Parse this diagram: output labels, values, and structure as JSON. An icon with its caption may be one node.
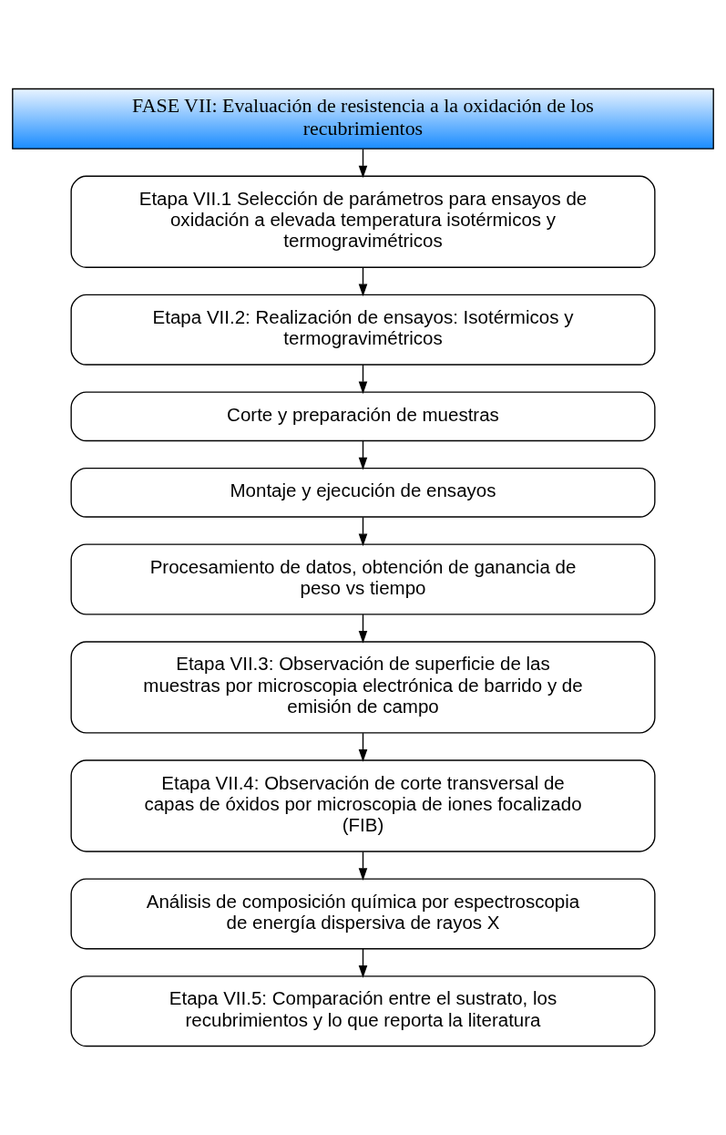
{
  "diagram": {
    "nodes": [
      {
        "text": [
          "FASE VII: Evaluación de resistencia a la oxidación de los recubrimientos"
        ]
      },
      {
        "text": [
          "Etapa VII.1 Selección de parámetros para ensayos de oxidación a elevada temperatura isotérmicos y termogravimétricos"
        ]
      },
      {
        "text": [
          "Etapa VII.2: Realización de ensayos: Isotérmicos y termogravimétricos"
        ]
      },
      {
        "text": [
          "Corte y preparación de muestras"
        ]
      },
      {
        "text": [
          "Montaje y ejecución de ensayos"
        ]
      },
      {
        "text": [
          "Procesamiento de datos, obtención de ganancia de peso vs tiempo"
        ]
      },
      {
        "text": [
          "Etapa VII.3: Observación de superficie de las muestras por microscopia electrónica de barrido y de emisión de campo"
        ]
      },
      {
        "text": [
          "Etapa VII.4: Observación de corte transversal de capas de óxidos por microscopia de iones focalizado (FIB)"
        ]
      },
      {
        "text": [
          "Análisis de composición química por espectroscopia de energía dispersiva de rayos X"
        ]
      },
      {
        "text": [
          "Etapa VII.5: Comparación entre el sustrato, los recubrimientos y lo que reporta la literatura"
        ]
      }
    ],
    "edges": [
      {
        "from": 0,
        "to": 1,
        "arrow": "to"
      },
      {
        "from": 1,
        "to": 2,
        "arrow": "to"
      },
      {
        "from": 2,
        "to": 3,
        "arrow": "to"
      },
      {
        "from": 3,
        "to": 4,
        "arrow": "to"
      },
      {
        "from": 4,
        "to": 5,
        "arrow": "to"
      },
      {
        "from": 5,
        "to": 6,
        "arrow": "to"
      },
      {
        "from": 6,
        "to": 7,
        "arrow": "to"
      },
      {
        "from": 7,
        "to": 8,
        "arrow": "to"
      },
      {
        "from": 8,
        "to": 9,
        "arrow": "to"
      }
    ]
  }
}
